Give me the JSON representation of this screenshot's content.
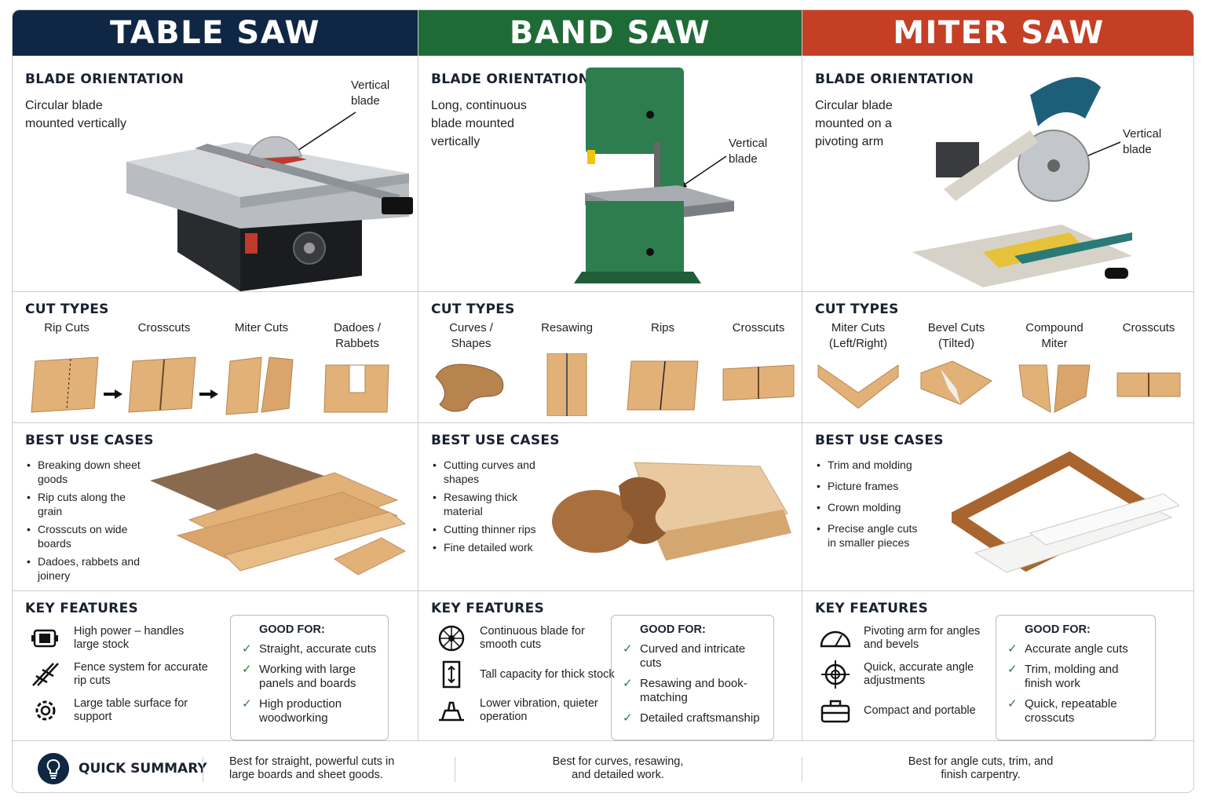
{
  "colors": {
    "table": "#0f2744",
    "band": "#1f6b37",
    "miter": "#c53f26",
    "check": "#2d7a3a"
  },
  "columns": [
    {
      "title": "TABLE SAW",
      "orientation_heading": "BLADE ORIENTATION",
      "orientation_text": "Circular blade mounted vertically",
      "callout": "Vertical blade",
      "cut_types_heading": "CUT TYPES",
      "cut_types": [
        "Rip Cuts",
        "Crosscuts",
        "Miter Cuts",
        "Dadoes / Rabbets"
      ],
      "uses_heading": "BEST USE CASES",
      "uses": [
        "Breaking down sheet goods",
        "Rip cuts along the grain",
        "Crosscuts on wide boards",
        "Dadoes, rabbets and joinery"
      ],
      "features_heading": "KEY FEATURES",
      "features": [
        {
          "icon": "motor-icon",
          "text": "High power – handles large stock"
        },
        {
          "icon": "fence-icon",
          "text": "Fence system for accurate rip cuts"
        },
        {
          "icon": "gear-icon",
          "text": "Large table surface for support"
        }
      ],
      "good_for_title": "GOOD FOR:",
      "good_for": [
        "Straight, accurate cuts",
        "Working with large panels and boards",
        "High production woodworking"
      ],
      "summary": "Best for straight, powerful cuts in large boards and sheet goods."
    },
    {
      "title": "BAND SAW",
      "orientation_heading": "BLADE ORIENTATION",
      "orientation_text": "Long, continuous blade mounted vertically",
      "callout": "Vertical blade",
      "cut_types_heading": "CUT TYPES",
      "cut_types": [
        "Curves / Shapes",
        "Resawing",
        "Rips",
        "Crosscuts"
      ],
      "uses_heading": "BEST USE CASES",
      "uses": [
        "Cutting curves and shapes",
        "Resawing thick material",
        "Cutting thinner rips",
        "Fine detailed work"
      ],
      "features_heading": "KEY FEATURES",
      "features": [
        {
          "icon": "blade-wheel-icon",
          "text": "Continuous blade for smooth cuts"
        },
        {
          "icon": "height-icon",
          "text": "Tall capacity for thick stock"
        },
        {
          "icon": "vibration-icon",
          "text": "Lower vibration, quieter operation"
        }
      ],
      "good_for_title": "GOOD FOR:",
      "good_for": [
        "Curved and intricate cuts",
        "Resawing and book-matching",
        "Detailed craftsmanship"
      ],
      "summary": "Best for curves, resawing, and detailed work."
    },
    {
      "title": "MITER SAW",
      "orientation_heading": "BLADE ORIENTATION",
      "orientation_text": "Circular blade mounted on a pivoting arm",
      "callout": "Vertical blade",
      "cut_types_heading": "CUT TYPES",
      "cut_types": [
        "Miter Cuts (Left/Right)",
        "Bevel Cuts (Tilted)",
        "Compound Miter",
        "Crosscuts"
      ],
      "uses_heading": "BEST USE CASES",
      "uses": [
        "Trim and molding",
        "Picture frames",
        "Crown molding",
        "Precise angle cuts in smaller pieces"
      ],
      "features_heading": "KEY FEATURES",
      "features": [
        {
          "icon": "protractor-icon",
          "text": "Pivoting arm for angles and bevels"
        },
        {
          "icon": "crosshair-icon",
          "text": "Quick, accurate angle adjustments"
        },
        {
          "icon": "toolbox-icon",
          "text": "Compact and portable"
        }
      ],
      "good_for_title": "GOOD FOR:",
      "good_for": [
        "Accurate angle cuts",
        "Trim, molding and finish work",
        "Quick, repeatable crosscuts"
      ],
      "summary": "Best for angle cuts, trim, and finish carpentry."
    }
  ],
  "summary_title": "QUICK SUMMARY",
  "check_glyph": "✓"
}
